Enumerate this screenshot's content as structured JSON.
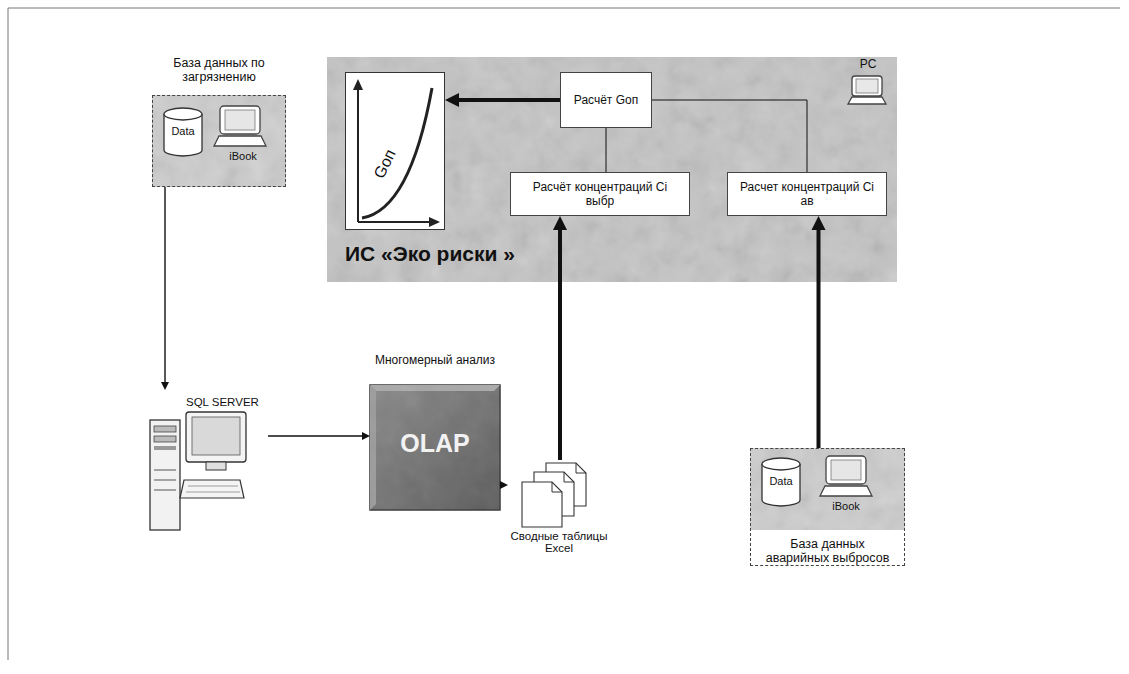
{
  "diagram": {
    "nodes": [
      {
        "text": [
          "ИС «Эко риски »"
        ]
      },
      {
        "text": [
          "Gоп"
        ],
        "in": 0
      },
      {
        "text": [
          "Расчёт Gоп"
        ],
        "in": 0
      },
      {
        "text": [
          "Расчёт концентраций Ci выбр"
        ],
        "in": 0
      },
      {
        "text": [
          "Расчет концентраций Ci ав"
        ],
        "in": 0
      },
      {
        "text": [
          "База данных по загрязнению"
        ]
      },
      {
        "text": [
          "SQL SERVER"
        ]
      },
      {
        "text": [
          "Многомерный анализ",
          "OLAP"
        ]
      },
      {
        "text": [
          "Сводные таблицы Excel"
        ]
      },
      {
        "text": [
          "База данных аварийных выбросов"
        ]
      }
    ],
    "edges": [
      {
        "from": 5,
        "to": 6,
        "arrow": "to"
      },
      {
        "from": 6,
        "to": 7,
        "arrow": "to"
      },
      {
        "from": 7,
        "to": 8,
        "arrow": "to"
      },
      {
        "from": 8,
        "to": 3,
        "arrow": "to"
      },
      {
        "from": 9,
        "to": 4,
        "arrow": "to"
      },
      {
        "from": 2,
        "to": 1,
        "arrow": "to"
      },
      {
        "from": 3,
        "to": 2,
        "arrow": "none"
      },
      {
        "from": 4,
        "to": 2,
        "arrow": "none"
      }
    ],
    "labels": [
      "PC",
      "Data",
      "iBook",
      "Data",
      "iBook"
    ]
  }
}
